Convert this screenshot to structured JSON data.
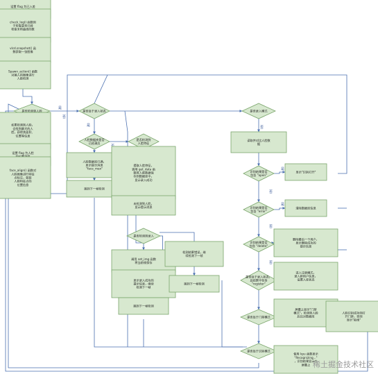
{
  "colors": {
    "node_fill": "#d7e8cf",
    "node_stroke": "#7aa56b",
    "edge": "#4a6fb0",
    "text": "#222222"
  },
  "nodes": [
    {
      "id": "n1",
      "shape": "rect",
      "lines": [
        "设置 flag 为已入差",
        "的位置领度"
      ]
    },
    {
      "id": "n2",
      "shape": "rect",
      "lines": [
        "check_log() 函数用",
        "于检查是否已经",
        "检查未将曲线的数"
      ]
    },
    {
      "id": "n3",
      "shape": "rect",
      "lines": [
        "vlcd.snapshot() 函",
        "数获取一张图像"
      ]
    },
    {
      "id": "n4",
      "shape": "rect",
      "lines": [
        "Spawn_action() 函数",
        "对输入的图像进行",
        "人脸检测"
      ]
    },
    {
      "id": "n5",
      "shape": "diamond",
      "lines": [
        "是否检测到人脸"
      ]
    },
    {
      "id": "n6",
      "shape": "rect",
      "lines": [
        "如果检测到人脸，",
        "会找到最大的人",
        "脸，获得其面积、",
        "位置等信息"
      ]
    },
    {
      "id": "n7",
      "shape": "rect",
      "lines": [
        "设置 flag 为人脸",
        "的位置领度"
      ]
    },
    {
      "id": "n8",
      "shape": "rect",
      "lines": [
        "face_align() 函数对",
        "人脸图像进行特征",
        "点标注，获取",
        "人脸特征点的",
        "位置信息"
      ]
    },
    {
      "id": "n9",
      "shape": "diamond",
      "lines": [
        "是否处于录入状态"
      ]
    },
    {
      "id": "n10",
      "shape": "diamond",
      "lines": [
        "人脸数据库是否",
        "已经满员"
      ]
    },
    {
      "id": "n11",
      "shape": "diamond",
      "lines": [
        "是否检测到",
        "人脸特征"
      ]
    },
    {
      "id": "n12",
      "shape": "rect",
      "lines": [
        "人脸数据库已满，",
        "显示提示消息",
        "\"face_max\""
      ]
    },
    {
      "id": "n13",
      "shape": "rect",
      "lines": [
        "跳到下一帧检测"
      ]
    },
    {
      "id": "n14",
      "shape": "rect",
      "lines": [
        "提取人脸特征，",
        "调用 get_data 函",
        "数将人脸数据保",
        "存到数据库中，",
        "显示录入成功"
      ]
    },
    {
      "id": "n15",
      "shape": "rect",
      "lines": [
        "未检测到人脸，",
        "显示提示消息"
      ]
    },
    {
      "id": "n16",
      "shape": "diamond",
      "lines": [
        "是否检测到录入"
      ]
    },
    {
      "id": "n17",
      "shape": "rect",
      "lines": [
        "调用 set_img 函数",
        "将当前帧保存"
      ]
    },
    {
      "id": "n18",
      "shape": "rect",
      "lines": [
        "显示录入成功的",
        "提示信息，继续",
        "检测下一帧"
      ]
    },
    {
      "id": "n19",
      "shape": "rect",
      "lines": [
        "跳到下一帧检测"
      ]
    },
    {
      "id": "n20",
      "shape": "rect",
      "lines": [
        "检测结果错误，继",
        "续检测下一帧"
      ]
    },
    {
      "id": "n21",
      "shape": "rect",
      "lines": [
        "跳到下一帧检测"
      ]
    },
    {
      "id": "n22",
      "shape": "diamond",
      "lines": [
        "是否录入模式"
      ]
    },
    {
      "id": "n23",
      "shape": "rect",
      "lines": [
        "读取并对比人脸数",
        "据"
      ]
    },
    {
      "id": "n24",
      "shape": "diamond",
      "lines": [
        "识别结果是否",
        "包含 \"open\""
      ]
    },
    {
      "id": "n25",
      "shape": "rect",
      "lines": [
        "显示\"识别打开\""
      ]
    },
    {
      "id": "n26",
      "shape": "diamond",
      "lines": [
        "识别结果是否",
        "包含 \"error\""
      ]
    },
    {
      "id": "n27",
      "shape": "rect",
      "lines": [
        "清除数据库信息"
      ]
    },
    {
      "id": "n28",
      "shape": "diamond",
      "lines": [
        "识别结果是否",
        "包含 \"delete\""
      ]
    },
    {
      "id": "n29",
      "shape": "rect",
      "lines": [
        "删除最后一个用户，",
        "显示删除成功的",
        "提示信息"
      ]
    },
    {
      "id": "n30",
      "shape": "diamond",
      "lines": [
        "是否处于录入状态，",
        "且结果中包含",
        "\"register\""
      ]
    },
    {
      "id": "n31",
      "shape": "rect",
      "lines": [
        "进入注册模式，",
        "录入新用户信息，",
        "设置入库状态"
      ]
    },
    {
      "id": "n32",
      "shape": "diamond",
      "lines": [
        "是否处于门禁模式"
      ]
    },
    {
      "id": "n33",
      "shape": "rect",
      "lines": [
        "屏幕上显示\"门禁",
        "模式\"，检测到人脸",
        "后比对数据库"
      ]
    },
    {
      "id": "n34",
      "shape": "rect",
      "lines": [
        "人脸识别成功则打",
        "开门禁，否则",
        "显示\"拒绝\""
      ]
    },
    {
      "id": "n35",
      "shape": "diamond",
      "lines": [
        "是否处于识别模式"
      ]
    },
    {
      "id": "n36",
      "shape": "rect",
      "lines": [
        "使用 kpu 函数显示",
        "\"Recognizing...\"",
        "，识别结果显示在",
        "屏幕上"
      ]
    }
  ],
  "edge_labels": [
    "是",
    "否",
    "是",
    "否",
    "是",
    "否",
    "是",
    "否",
    "是",
    "否",
    "是",
    "否"
  ],
  "watermark": "稀土掘金技术社区"
}
